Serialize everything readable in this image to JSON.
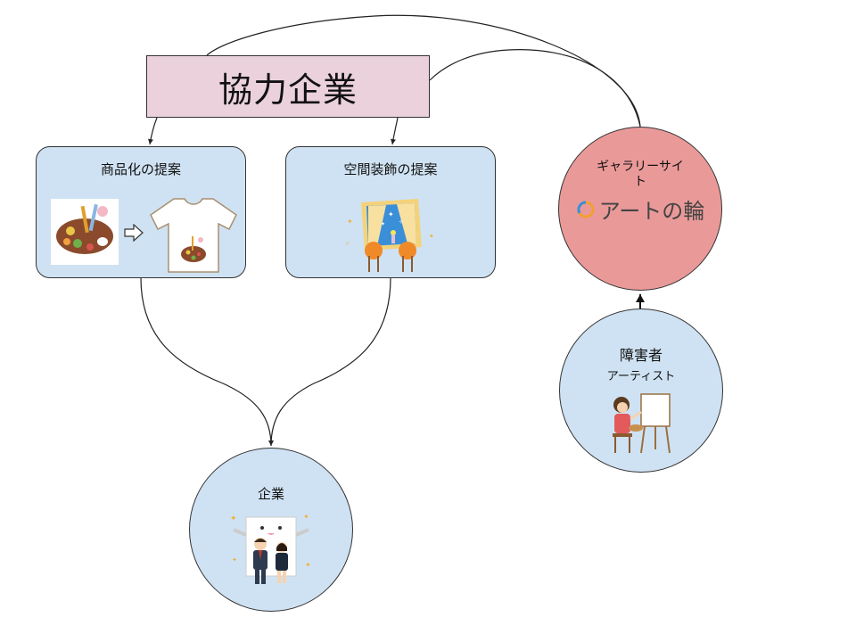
{
  "nodes": {
    "partner": {
      "label": "協力企業"
    },
    "product_proposal": {
      "label": "商品化の提案"
    },
    "space_proposal": {
      "label": "空間装飾の提案"
    },
    "gallery": {
      "label": "ギャラリーサイト",
      "logo_text": "アートの輪"
    },
    "artist": {
      "label": "障害者",
      "sublabel": "アーティスト"
    },
    "company": {
      "label": "企業"
    }
  },
  "illustrations": {
    "product": [
      "palette-icon",
      "arrow-right-icon",
      "tshirt-icon"
    ],
    "space": "window-decoration-icon",
    "artist": "painter-icon",
    "company": "businesspeople-icon",
    "logo": "ring-logo-icon"
  },
  "colors": {
    "partner_fill": "#ead1dc",
    "box_fill": "#cfe2f3",
    "gallery_fill": "#ea9999",
    "stroke": "#333333"
  },
  "edges": [
    {
      "from": "partner",
      "to": "product_proposal"
    },
    {
      "from": "partner",
      "to": "space_proposal"
    },
    {
      "from": "product_proposal",
      "to": "company"
    },
    {
      "from": "space_proposal",
      "to": "company"
    },
    {
      "from": "artist",
      "to": "gallery"
    },
    {
      "from": "gallery",
      "to": "partner"
    }
  ]
}
